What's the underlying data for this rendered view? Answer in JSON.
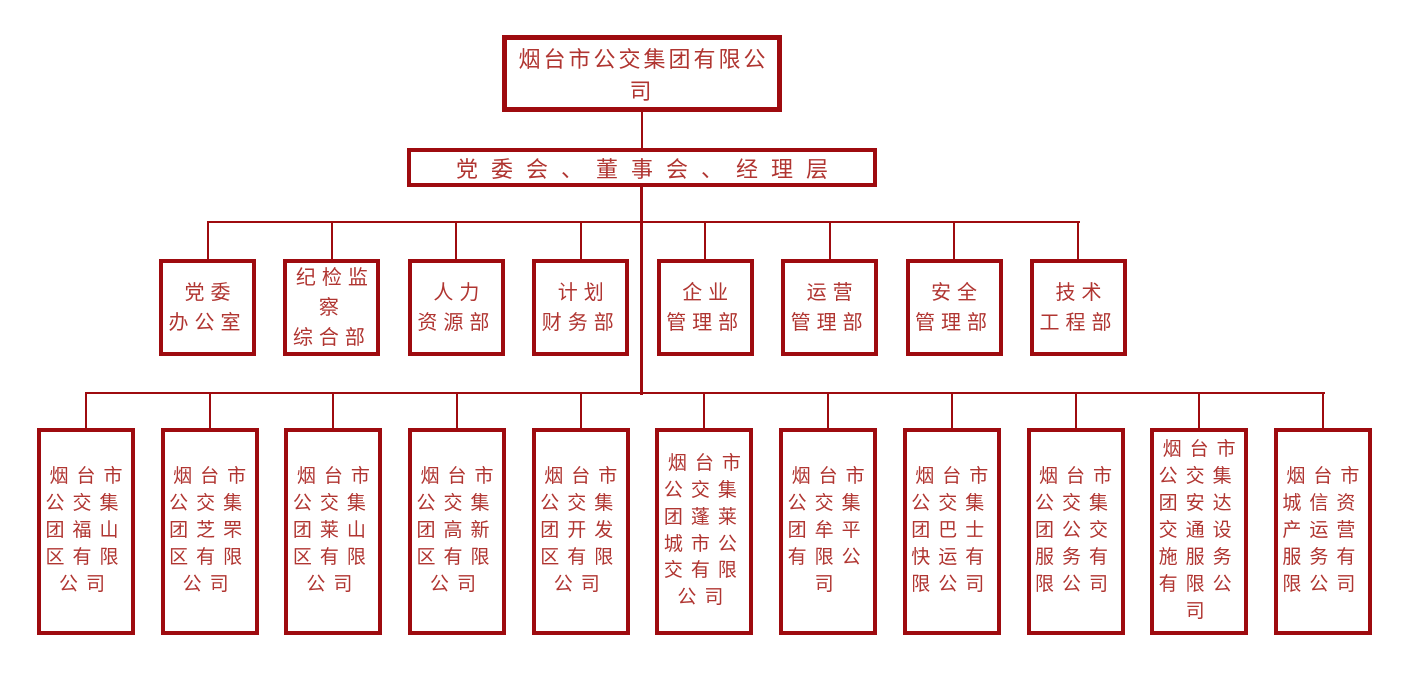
{
  "colors": {
    "line": "#9E0B0F",
    "text": "#B03531",
    "background": "#FFFFFF"
  },
  "org_chart": {
    "type": "organization-chart",
    "root": {
      "label": "烟台市公交集团有限公司"
    },
    "governance": {
      "label": "党委会、董事会、经理层"
    },
    "departments": [
      {
        "label": "党委\n办公室"
      },
      {
        "label": "纪检监\n察\n综合部"
      },
      {
        "label": "人力\n资源部"
      },
      {
        "label": "计划\n财务部"
      },
      {
        "label": "企业\n管理部"
      },
      {
        "label": "运营\n管理部"
      },
      {
        "label": "安全\n管理部"
      },
      {
        "label": "技术\n工程部"
      }
    ],
    "subsidiaries": [
      {
        "label": "烟台市\n公交集\n团福山\n区有限\n公司"
      },
      {
        "label": "烟台市\n公交集\n团芝罘\n区有限\n公司"
      },
      {
        "label": "烟台市\n公交集\n团莱山\n区有限\n公司"
      },
      {
        "label": "烟台市\n公交集\n团高新\n区有限\n公司"
      },
      {
        "label": "烟台市\n公交集\n团开发\n区有限\n公司"
      },
      {
        "label": "烟台市\n公交集\n团蓬莱\n城市公\n交有限\n公司"
      },
      {
        "label": "烟台市\n公交集\n团牟平\n有限公\n司"
      },
      {
        "label": "烟台市\n公交集\n团巴士\n快运有\n限公司"
      },
      {
        "label": "烟台市\n公交集\n团公交\n服务有\n限公司"
      },
      {
        "label": "烟台市\n公交集\n团安达\n交通设\n施服务\n有限公\n司"
      },
      {
        "label": "烟台市\n城信资\n产运营\n服务有\n限公司"
      }
    ]
  }
}
